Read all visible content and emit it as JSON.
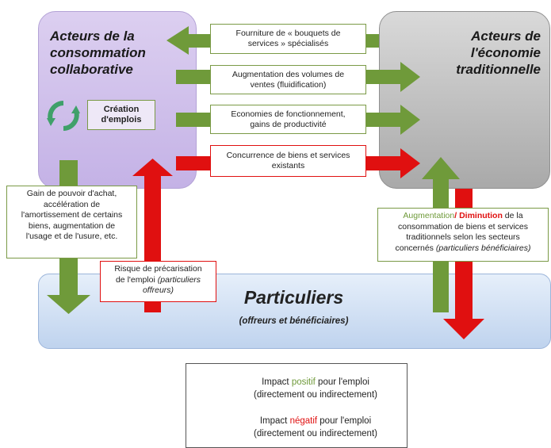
{
  "colors": {
    "positive": "#6f9a3a",
    "negative": "#e01010"
  },
  "left_actor": {
    "title_lines": [
      "Acteurs de la",
      "consommation",
      "collaborative"
    ],
    "creation_lines": [
      "Création",
      "d'emplois"
    ],
    "cycle_icon": "recycle-arrows-icon"
  },
  "right_actor": {
    "title_lines": [
      "Acteurs de",
      "l'économie",
      "traditionnelle"
    ]
  },
  "flows": [
    {
      "lines": [
        "Fourniture de « bouquets de",
        "services » spécialisés"
      ],
      "impact": "positive",
      "direction": "left"
    },
    {
      "lines": [
        "Augmentation des volumes de",
        "ventes (fluidification)"
      ],
      "impact": "positive",
      "direction": "right"
    },
    {
      "lines": [
        "Economies de fonctionnement,",
        "gains de productivité"
      ],
      "impact": "positive",
      "direction": "right"
    },
    {
      "lines": [
        "Concurrence de biens et services",
        "existants"
      ],
      "impact": "negative",
      "direction": "right"
    }
  ],
  "particuliers": {
    "title": "Particuliers",
    "subtitle": "(offreurs et bénéficiaires)"
  },
  "gain_box": {
    "lines": [
      "Gain de pouvoir d'achat,",
      "accélération de",
      "l'amortissement de certains",
      "biens, augmentation de",
      "l'usage et de l'usure, etc."
    ]
  },
  "risque_box": {
    "line1": "Risque de précarisation",
    "line2_plain": "de l'emploi ",
    "line2_italic": "(particuliers",
    "line3_italic": "offreurs)"
  },
  "augm_box": {
    "word_positive": "Augmentation",
    "slash": "/ ",
    "word_negative": "Diminution",
    "line1_rest": " de la",
    "line2": "consommation de biens et services",
    "line3": "traditionnels selon les secteurs",
    "line4_plain": "concernés ",
    "line4_italic": "(particuliers bénéficiaires)"
  },
  "legend": {
    "positive": {
      "before": "Impact ",
      "word": "positif",
      "after": " pour l'emploi",
      "line2": "(directement ou indirectement)"
    },
    "negative": {
      "before": "Impact ",
      "word": "négatif",
      "after": " pour l'emploi",
      "line2": "(directement ou indirectement)"
    }
  }
}
